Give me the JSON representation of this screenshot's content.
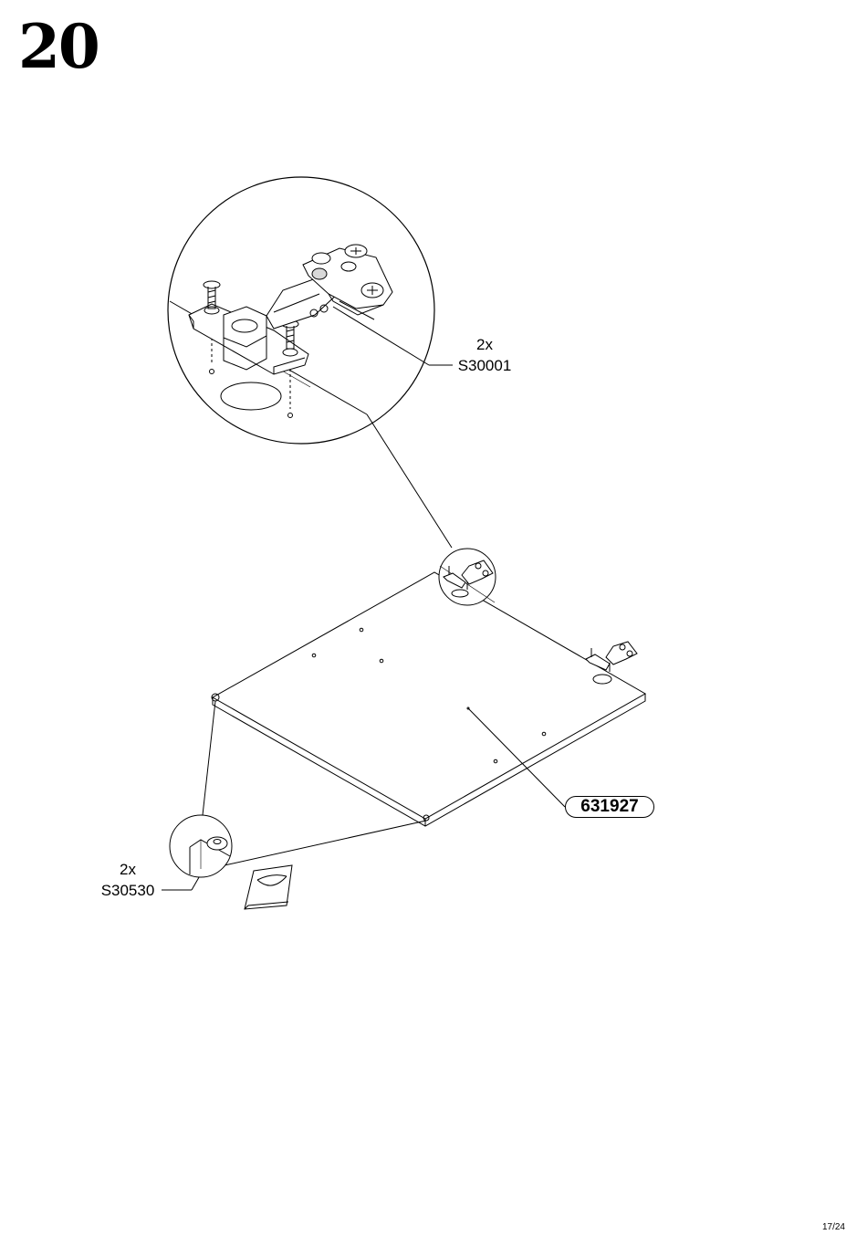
{
  "step": {
    "number": "20"
  },
  "callouts": {
    "hinge": {
      "qty": "2x",
      "code": "S30001"
    },
    "bumper": {
      "qty": "2x",
      "code": "S30530"
    }
  },
  "part": {
    "code": "631927"
  },
  "footer": {
    "page": "17/24"
  },
  "colors": {
    "line": "#000000",
    "background": "#ffffff",
    "fill_light": "#ffffff",
    "fill_mid": "#d8d8d8"
  },
  "icons": [
    "hinge-detail-icon",
    "hinge-small-icon",
    "bumper-pad-icon",
    "adhesive-pad-sheet-icon",
    "door-panel-icon"
  ]
}
